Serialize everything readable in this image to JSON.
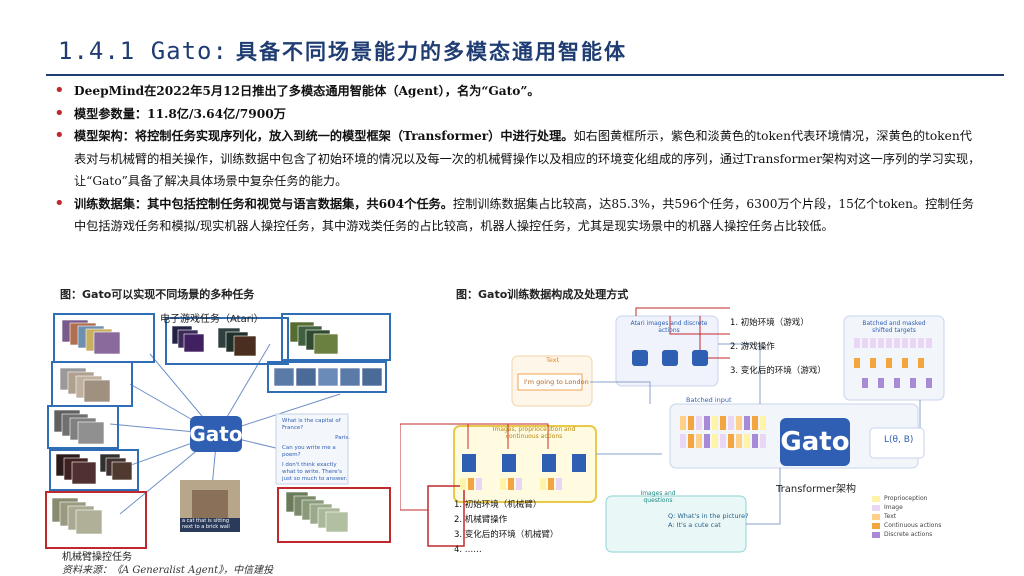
{
  "title": {
    "main": "1.4.1 Gato:",
    "sub": "具备不同场景能力的多模态通用智能体"
  },
  "bullets": [
    {
      "bold": "DeepMind在2022年5月12日推出了多模态通用智能体（Agent），名为“Gato”。",
      "text": ""
    },
    {
      "bold": "模型参数量：11.8亿/3.64亿/7900万",
      "text": ""
    },
    {
      "bold": "模型架构：将控制任务实现序列化，放入到统一的模型框架（Transformer）中进行处理。",
      "text": "如右图黄框所示，紫色和淡黄色的token代表环境情况，深黄色的token代表对与机械臂的相关操作，训练数据中包含了初始环境的情况以及每一次的机械臂操作以及相应的环境变化组成的序列，通过Transformer架构对这一序列的学习实现，让“Gato”具备了解决具体场景中复杂任务的能力。"
    },
    {
      "bold": "训练数据集：其中包括控制任务和视觉与语言数据集，共604个任务。",
      "text": "控制训练数据集占比较高，达85.3%，共596个任务，6300万个片段，15亿个token。控制任务中包括游戏任务和模拟/现实机器人操控任务，其中游戏类任务的占比较高，机器人操控任务，尤其是现实场景中的机器人操控任务占比较低。"
    }
  ],
  "figure_left": {
    "caption": "图：Gato可以实现不同场景的多种任务",
    "logo": "Gato",
    "label_atari": "电子游戏任务（Atari）",
    "label_robot": "机械臂操控任务",
    "chat": [
      "What is the capital of France?",
      "Paris.",
      "Can you write me a poem?",
      "I don't think exactly what to write. There's just so much to answer."
    ],
    "img_caption": "a cat that is sitting next to a brick wall"
  },
  "figure_right": {
    "caption": "图：Gato训练数据构成及处理方式",
    "logo": "Gato",
    "text_label": "Text",
    "text_input": "I'm going to London",
    "atari_label": "Atari images and discrete actions",
    "images_label": "Images, proprioception and continuous actions",
    "batched_label": "Batched input",
    "shifted_label": "Batched and masked shifted targets",
    "qa_label": "Images and questions",
    "qa_q": "Q: What's in the picture?",
    "qa_a": "A: It's a cute cat",
    "loss": "L(θ, B)",
    "transformer": "Transformer架构",
    "notes_top": [
      "1. 初始环境（游戏）",
      "2. 游戏操作",
      "3. 变化后的环境（游戏）"
    ],
    "notes_bottom": [
      "1. 初始环境（机械臂）",
      "2. 机械臂操作",
      "3. 变化后的环境（机械臂）",
      "4. ……"
    ],
    "legend": [
      {
        "name": "Proprioception",
        "color": "#fff3a8"
      },
      {
        "name": "Image",
        "color": "#e8d6f4"
      },
      {
        "name": "Text",
        "color": "#ffd08a"
      },
      {
        "name": "Continuous actions",
        "color": "#f3a640"
      },
      {
        "name": "Discrete actions",
        "color": "#a88ad6"
      }
    ]
  },
  "source": "资料来源：《A Generalist Agent》，中信建投"
}
